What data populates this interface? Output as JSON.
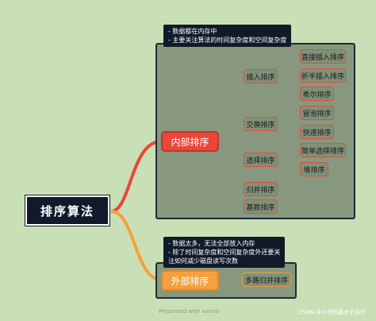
{
  "root": {
    "label": "排序算法"
  },
  "internal": {
    "label": "内部排序",
    "notes": [
      "- 数据都在内存中",
      "- 主要关注算法的时间复杂度和空间复杂度"
    ],
    "categories": [
      {
        "label": "插入排序",
        "children": [
          "直接插入排序",
          "折半插入排序",
          "希尔排序"
        ]
      },
      {
        "label": "交换排序",
        "children": [
          "冒泡排序",
          "快速排序"
        ]
      },
      {
        "label": "选择排序",
        "children": [
          "简单选择排序",
          "堆排序"
        ]
      },
      {
        "label": "归并排序",
        "children": []
      },
      {
        "label": "基数排序",
        "children": []
      }
    ]
  },
  "external": {
    "label": "外部排序",
    "notes": [
      "- 数据太多，无法全部放入内存",
      "- 除了时间复杂度和空间复杂度外还要关",
      "注如何减少磁盘读写次数"
    ],
    "children": [
      "多路归并排序"
    ]
  },
  "footer": {
    "text": "Presented with xmind"
  },
  "credit": {
    "text": "CSDN @小书包酱女子自行"
  },
  "colors": {
    "background": "#c9e0b6",
    "internal_branch": "#e8473a",
    "external_branch": "#f5a03e",
    "root_fill": "#111a2a"
  }
}
